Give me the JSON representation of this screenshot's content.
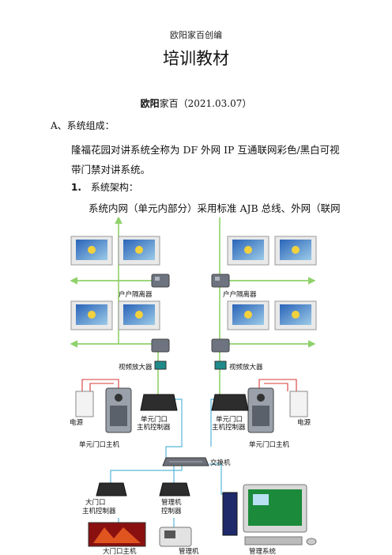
{
  "header": {
    "text": "欧阳家百创编"
  },
  "title": "培训教材",
  "author": {
    "name": "欧阳",
    "rest": "家百（2021.03.07）"
  },
  "section_a": "A、系统组成：",
  "paragraph1": "隆福花园对讲系统全称为 DF 外网 IP 互通联网彩色/黑白可视带门禁对讲系统。",
  "subsection1": {
    "num": "1.",
    "label": "系统架构："
  },
  "paragraph2": "系统内网（单元内部分）采用标准 AJB 总线、外网（联网",
  "diagram": {
    "labels": {
      "isolator_left": "户户隔离器",
      "isolator_right": "户户隔离器",
      "amp_left": "视频放大器",
      "amp_right": "视频放大器",
      "power_left": "电源",
      "power_right": "电源",
      "ctrl_left_1": "单元门口",
      "ctrl_left_2": "主机控制器",
      "ctrl_right_1": "单元门口",
      "ctrl_right_2": "主机控制器",
      "host_left": "单元门口主机",
      "host_right": "单元门口主机",
      "switch": "交换机",
      "gate_ctrl_1": "大门口",
      "gate_ctrl_2": "主机控制器",
      "mgr_ctrl_1": "管理机",
      "mgr_ctrl_2": "控制器",
      "gate_host": "大门口主机",
      "mgr_phone": "管理机",
      "mgmt_system": "管理系统"
    },
    "colors": {
      "bus_green": "#8fd16b",
      "net_blue": "#57b6d8",
      "power_red": "#d83a3a"
    }
  }
}
